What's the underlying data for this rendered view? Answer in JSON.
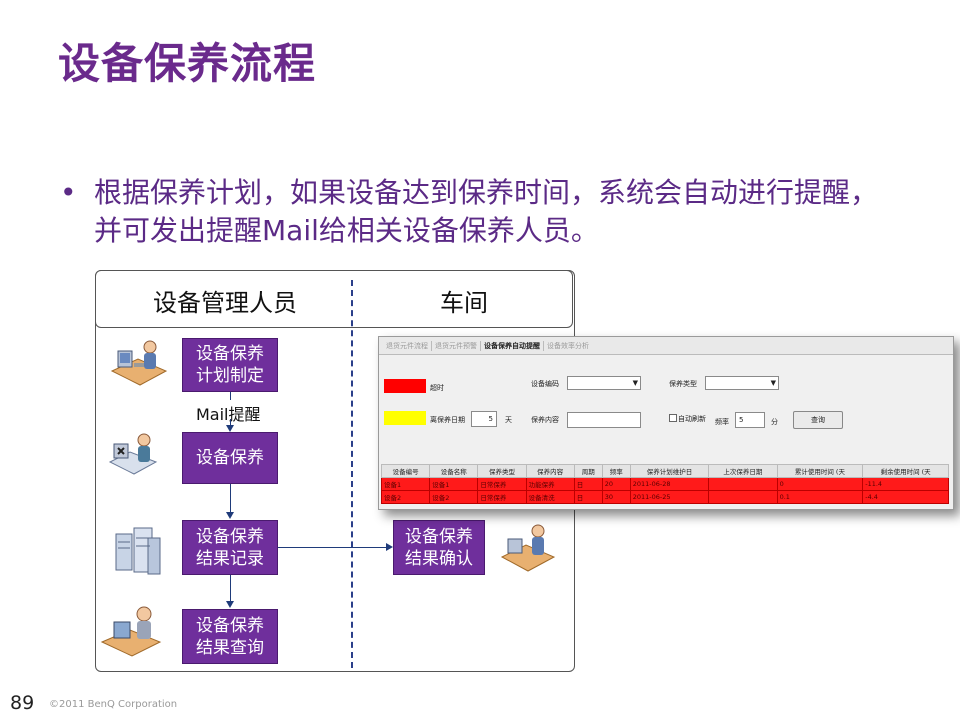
{
  "title": "设备保养流程",
  "bullet": "根据保养计划，如果设备达到保养时间，系统会自动进行提醒，并可发出提醒Mail给相关设备保养人员。",
  "flow": {
    "col_left": "设备管理人员",
    "col_right": "车间",
    "box_plan": "设备保养计划制定",
    "mail_label": "Mail提醒",
    "box_maint": "设备保养",
    "box_record": "设备保养结果记录",
    "box_confirm": "设备保养结果确认",
    "box_query": "设备保养结果查询"
  },
  "screenshot": {
    "tabs": [
      "退货元件流程",
      "退货元件预警",
      "设备保养自动提醒",
      "设备效率分析"
    ],
    "active_tab": 2,
    "legend_overdue": "超时",
    "legend_near": "离保养日期",
    "days_value": "5",
    "days_unit": "天",
    "field_code": "设备编码",
    "field_type": "保养类型",
    "field_content": "保养内容",
    "auto_refresh": "自动刷新",
    "freq_label": "频率",
    "freq_value": "5",
    "freq_unit": "分",
    "query_button": "查询",
    "columns": [
      "设备编号",
      "设备名称",
      "保养类型",
      "保养内容",
      "周期",
      "频率",
      "保养计划维护日",
      "上次保养日期",
      "累计使用时间 (天",
      "剩余使用时间 (天"
    ],
    "rows": [
      [
        "设备1",
        "设备1",
        "日常保养",
        "功能保养",
        "日",
        "20",
        "2011-06-28",
        "",
        "0",
        "-11.4"
      ],
      [
        "设备2",
        "设备2",
        "日常保养",
        "设备清洗",
        "日",
        "30",
        "2011-06-25",
        "",
        "0.1",
        "-4.4"
      ]
    ],
    "colors": {
      "overdue": "#ff0000",
      "near": "#ffff00"
    }
  },
  "footer": {
    "page_number": "89",
    "copyright": "©2011 BenQ Corporation"
  }
}
